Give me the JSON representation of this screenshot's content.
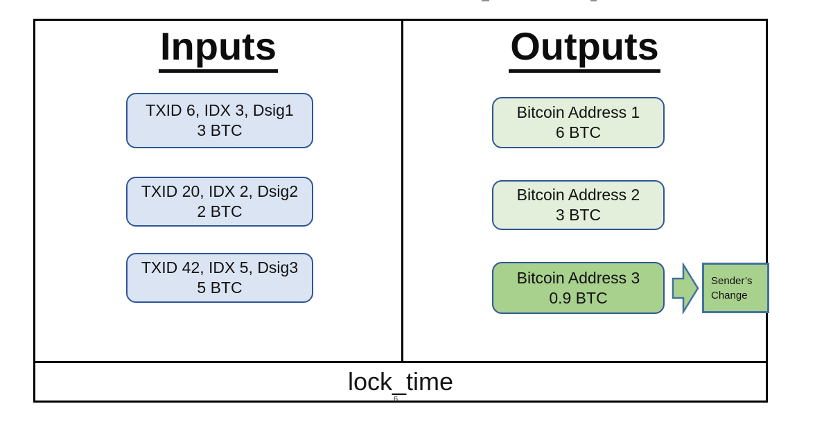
{
  "colors": {
    "input_box_fill": "#dbe4f2",
    "output_box_light_fill": "#e3efda",
    "output_box_dark_fill": "#a9d18e",
    "box_border_blue": "#2f5597",
    "arrow_border_blue": "#41719c",
    "table_border": "#000000"
  },
  "inputs": {
    "title": "Inputs",
    "boxes": [
      {
        "line1": "TXID 6, IDX 3, Dsig1",
        "line2": "3 BTC"
      },
      {
        "line1": "TXID 20, IDX 2, Dsig2",
        "line2": "2 BTC"
      },
      {
        "line1": "TXID 42, IDX 5, Dsig3",
        "line2": "5 BTC"
      }
    ]
  },
  "outputs": {
    "title": "Outputs",
    "boxes": [
      {
        "line1": "Bitcoin Address 1",
        "line2": "6 BTC"
      },
      {
        "line1": "Bitcoin Address 2",
        "line2": "3 BTC"
      },
      {
        "line1": "Bitcoin Address 3",
        "line2": "0.9 BTC"
      }
    ]
  },
  "change_note": {
    "line1": "Sender’s",
    "line2": "Change"
  },
  "footer": {
    "label": "lock_time"
  },
  "page_number": "6"
}
